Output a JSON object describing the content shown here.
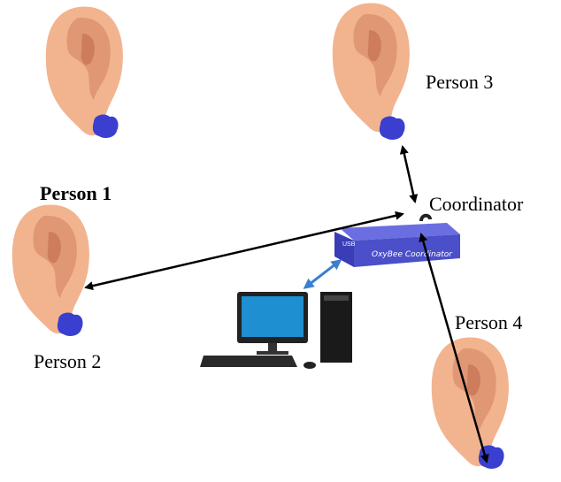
{
  "labels": {
    "person1": "Person 1",
    "person2": "Person 2",
    "person3": "Person 3",
    "person4": "Person 4",
    "coordinator": "Coordinator"
  },
  "device": {
    "name": "OxyBee Coordinator",
    "port": "USB"
  },
  "colors": {
    "ear": "#f2b48f",
    "ear_shadow": "#d98a68",
    "earbud": "#3a3fd0",
    "box": "#4b4fc9",
    "link_arrow": "#000000",
    "pc_link_arrow": "#3a7fd0"
  }
}
